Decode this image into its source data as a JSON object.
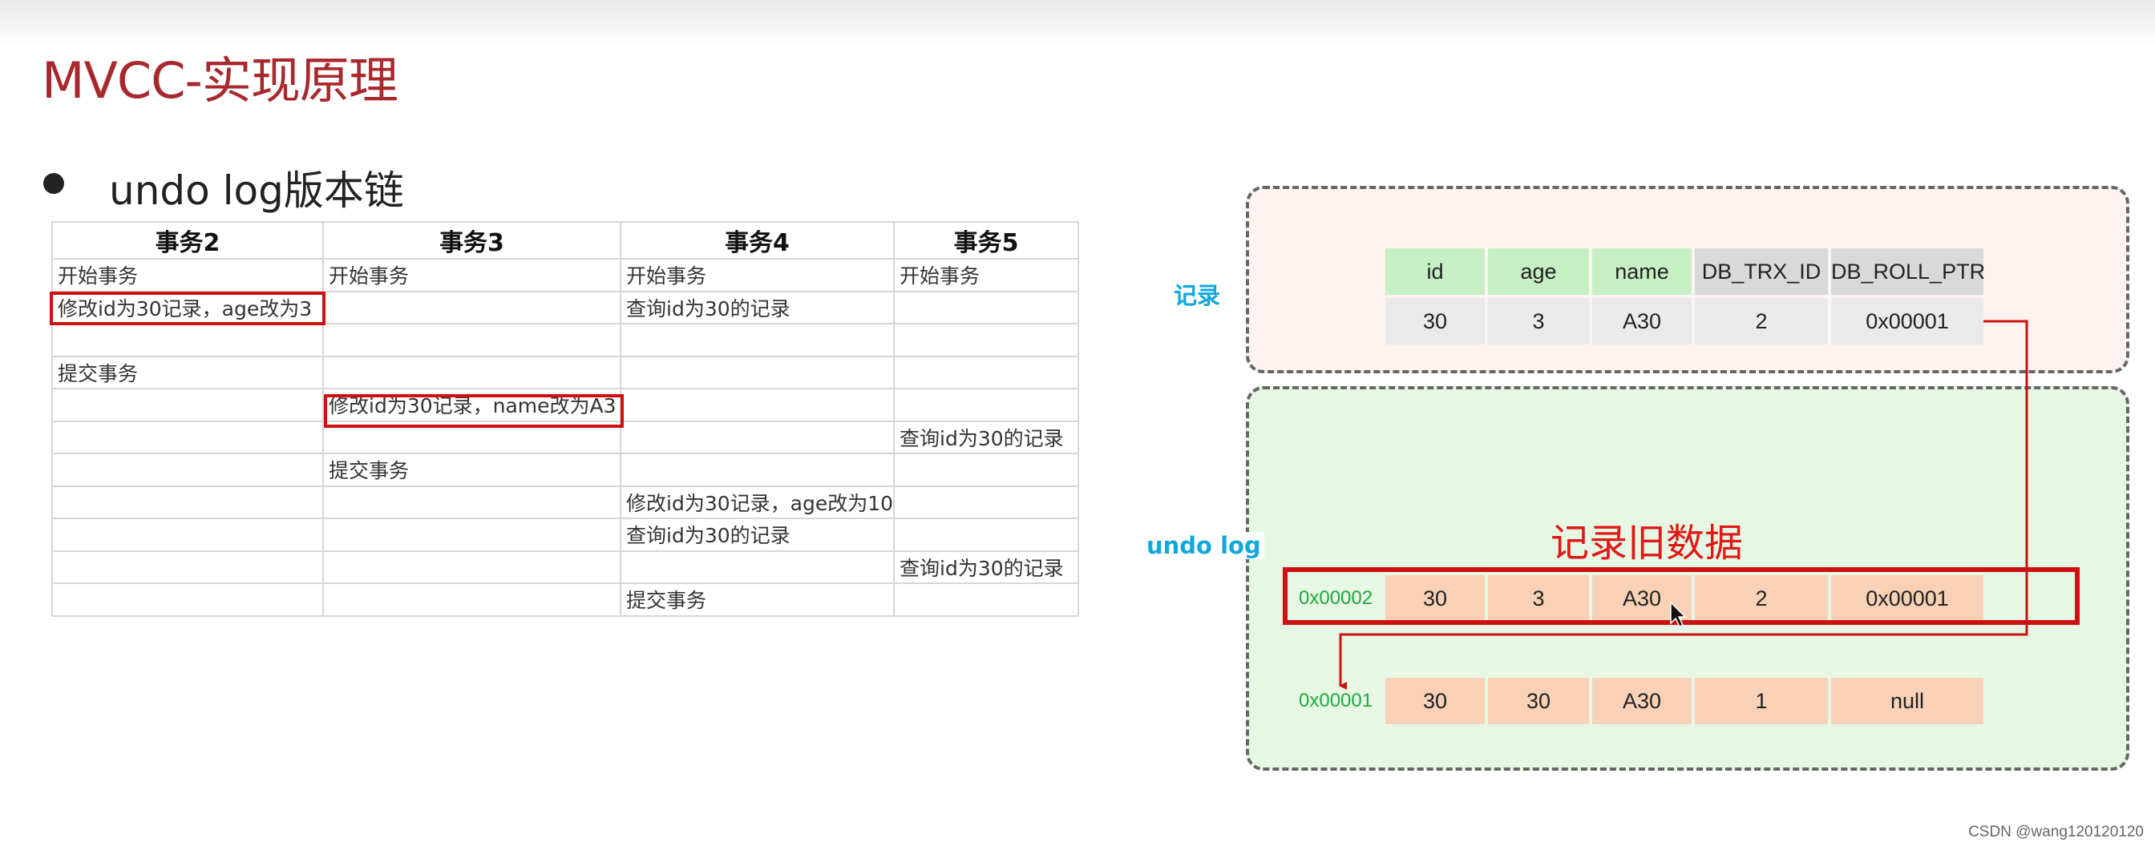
{
  "slide": {
    "title": "MVCC-实现原理",
    "bullet": "undo log版本链"
  },
  "tx_table": {
    "headers": [
      "事务2",
      "事务3",
      "事务4",
      "事务5"
    ],
    "rows": [
      [
        "开始事务",
        "开始事务",
        "开始事务",
        "开始事务"
      ],
      [
        "修改id为30记录，age改为3",
        "",
        "查询id为30的记录",
        ""
      ],
      [
        "",
        "",
        "",
        ""
      ],
      [
        "提交事务",
        "",
        "",
        ""
      ],
      [
        "",
        "修改id为30记录，name改为A3",
        "",
        ""
      ],
      [
        "",
        "",
        "",
        "查询id为30的记录"
      ],
      [
        "",
        "提交事务",
        "",
        ""
      ],
      [
        "",
        "",
        "修改id为30记录，age改为10",
        ""
      ],
      [
        "",
        "",
        "查询id为30的记录",
        ""
      ],
      [
        "",
        "",
        "",
        "查询id为30的记录"
      ],
      [
        "",
        "",
        "提交事务",
        ""
      ]
    ]
  },
  "diagram": {
    "record_label": "记录",
    "undo_label": "undo log",
    "old_data_label": "记录旧数据",
    "columns": [
      "id",
      "age",
      "name",
      "DB_TRX_ID",
      "DB_ROLL_PTR"
    ],
    "current_record": [
      "30",
      "3",
      "A30",
      "2",
      "0x00001"
    ],
    "undo_entries": [
      {
        "addr": "0x00002",
        "values": [
          "30",
          "3",
          "A30",
          "2",
          "0x00001"
        ]
      },
      {
        "addr": "0x00001",
        "values": [
          "30",
          "30",
          "A30",
          "1",
          "null"
        ]
      }
    ]
  },
  "colors": {
    "title": "#a8282d",
    "highlight_red": "#cc1111",
    "label_blue": "#12a7d8",
    "addr_green": "#25a544",
    "record_bg": "#fdf3f0",
    "undo_bg": "#e6f8e3"
  },
  "watermark": "CSDN @wang120120120"
}
